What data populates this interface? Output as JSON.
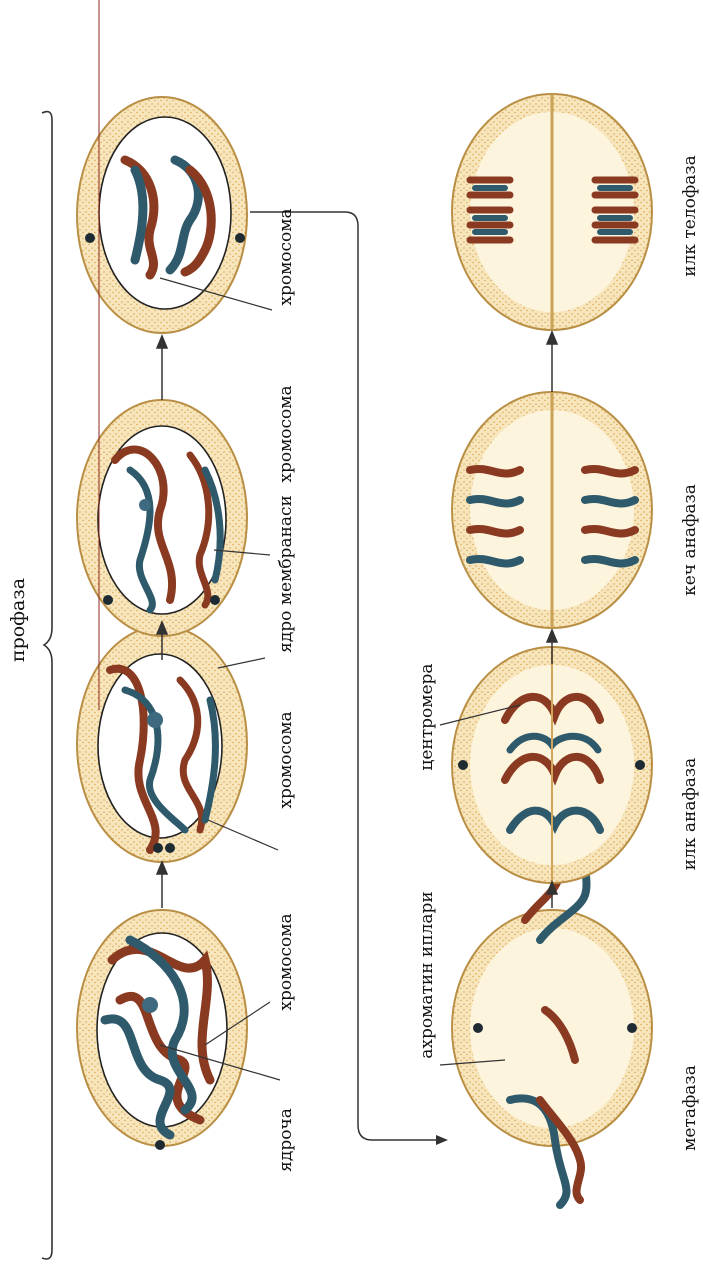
{
  "labels": {
    "prophase": "профаза",
    "chromosome": "хромосома",
    "nucleolus": "ядроча",
    "nuclear_membrane": "ядро мембранаси",
    "spindle_fibers": "ахроматин иплари",
    "centromere": "центромера",
    "metaphase": "метафаза",
    "early_anaphase": "илк анафаза",
    "late_anaphase": "кеч анафаза",
    "early_telophase": "илк телофаза"
  },
  "colors": {
    "cell_fill": "#f6e3b4",
    "cell_edge": "#c9a257",
    "rim_speckle": "#e4b763",
    "chromosome_red": "#8b3a22",
    "chromosome_blue": "#2e5a6c",
    "line": "#333333",
    "guide_line": "#8b2a1e"
  }
}
